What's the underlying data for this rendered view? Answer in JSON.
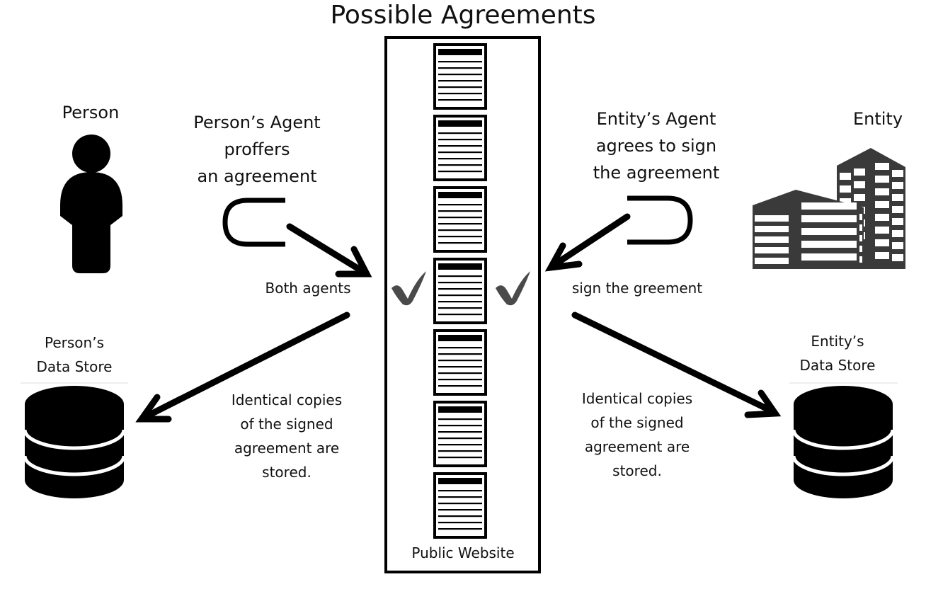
{
  "title": "Possible Agreements",
  "person": {
    "label": "Person"
  },
  "entity": {
    "label": "Entity"
  },
  "person_agent": {
    "label": "Person’s Agent\nproffers\nan agreement"
  },
  "entity_agent": {
    "label": "Entity’s Agent\nagrees to sign\nthe agreement"
  },
  "signing": {
    "left_label": "Both agents",
    "right_label": "sign the greement"
  },
  "website": {
    "label": "Public Website",
    "document_count": 7,
    "signed_document_index": 3
  },
  "person_store": {
    "label": "Person’s\nData Store",
    "note": "Identical copies\nof the signed\nagreement are\nstored."
  },
  "entity_store": {
    "label": "Entity’s\nData Store",
    "note": "Identical copies\nof the signed\nagreement are\nstored."
  },
  "colors": {
    "ink": "#000000",
    "building": "#3a3a3a",
    "check": "#4a4a4a"
  }
}
